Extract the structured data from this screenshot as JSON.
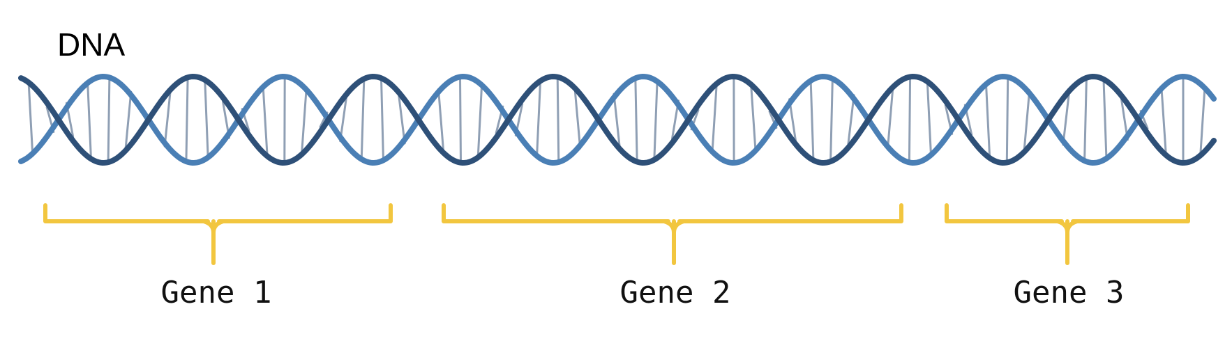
{
  "title": "DNA",
  "colors": {
    "strand_dark": "#2e5078",
    "strand_light": "#4a7fb5",
    "rungs": "#8f9fb4",
    "bracket": "#f2c63f",
    "background": "#ffffff"
  },
  "genes": [
    {
      "label": "Gene 1"
    },
    {
      "label": "Gene 2"
    },
    {
      "label": "Gene 3"
    }
  ]
}
